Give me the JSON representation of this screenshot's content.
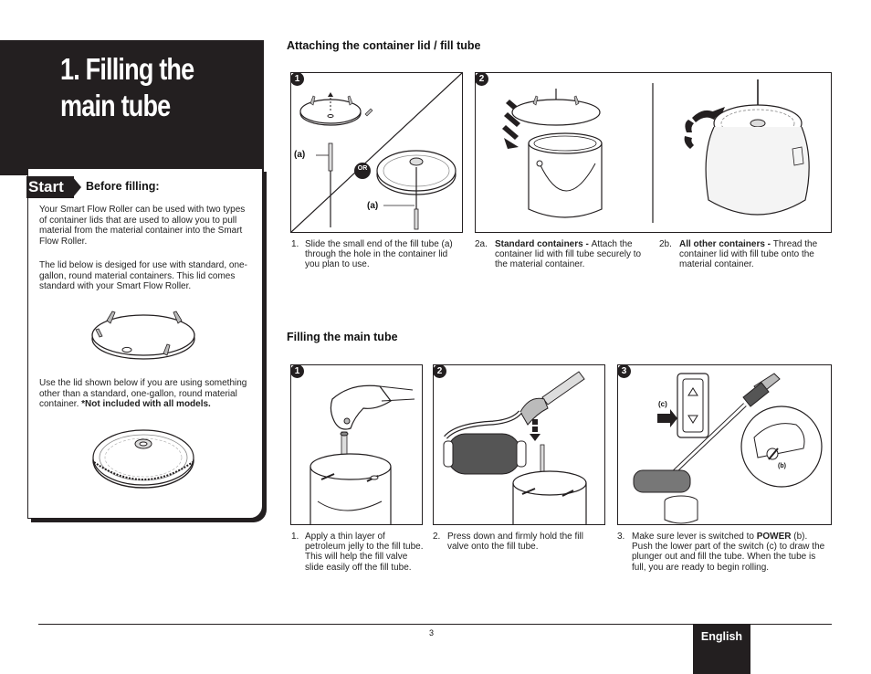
{
  "title": {
    "line1": "1. Filling the",
    "line2": "main tube"
  },
  "sidebar": {
    "start_label": "Start",
    "heading": "Before filling:",
    "para1": "Your Smart Flow Roller can be used with two types of container lids that are used to allow you to pull material from the material container into the Smart Flow Roller.",
    "para2": "The lid below is desiged for use with standard, one-gallon, round material containers.  This lid comes standard with your Smart Flow Roller.",
    "para3_plain": "Use the lid shown below if you are using something other than a standard, one-gallon, round material container.  ",
    "para3_bold": "*Not included with all models."
  },
  "section1": {
    "heading": "Attaching the container lid / fill tube",
    "panel1": {
      "number": "1",
      "label_a_top": "(a)",
      "label_a_bottom": "(a)",
      "or_label": "OR"
    },
    "panel2": {
      "number": "2"
    },
    "captions": [
      {
        "num": "1.",
        "bold": "",
        "text": "Slide the small end of the fill tube (a) through the hole in the container lid you plan to use."
      },
      {
        "num": "2a.",
        "bold": "Standard containers - ",
        "text": "Attach the container lid with fill tube securely to the material container."
      },
      {
        "num": "2b.",
        "bold": "All other containers - ",
        "text": "Thread the container lid with fill tube onto the material container."
      }
    ]
  },
  "section2": {
    "heading": "Filling the main tube",
    "panels": [
      {
        "number": "1"
      },
      {
        "number": "2"
      },
      {
        "number": "3",
        "label_c": "(c)",
        "label_b": "(b)"
      }
    ],
    "captions": [
      {
        "num": "1.",
        "text": "Apply a thin layer of petroleum jelly to the fill tube.  This will help the fill valve slide easily off the fill tube."
      },
      {
        "num": "2.",
        "text": "Press down and firmly hold the fill valve onto the fill tube."
      },
      {
        "num": "3.",
        "pre": "Make sure lever is switched to ",
        "bold": "POWER",
        "post": " (b).  Push the lower part of the switch (c) to draw the plunger out and fill the tube.  When the tube is full, you are ready to begin rolling."
      }
    ]
  },
  "footer": {
    "page_number": "3",
    "language": "English"
  },
  "colors": {
    "dark": "#231f20",
    "white": "#ffffff"
  }
}
